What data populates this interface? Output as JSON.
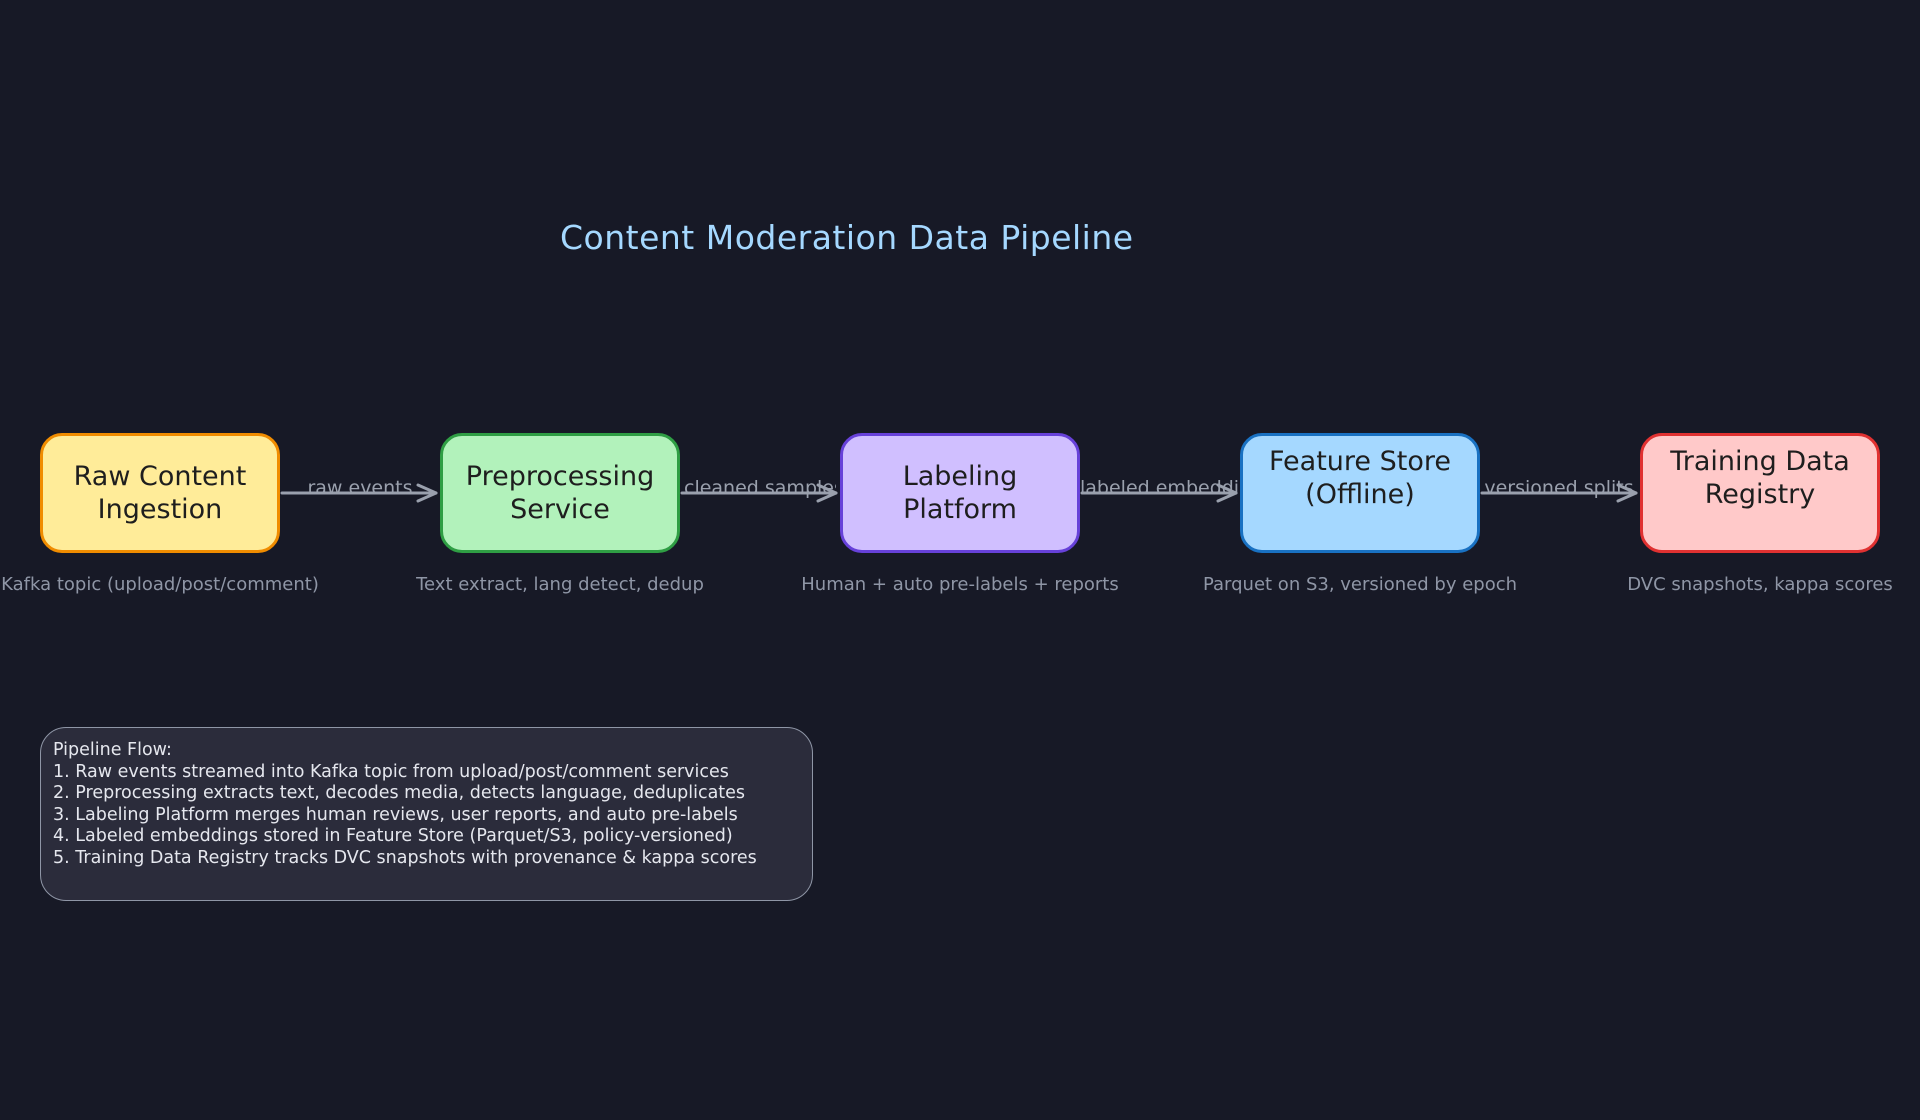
{
  "title": "Content Moderation Data Pipeline",
  "nodes": [
    {
      "label": "Raw Content\nIngestion",
      "caption": "Kafka topic (upload/post/comment)",
      "fill": "#ffec99",
      "stroke": "#f08c00"
    },
    {
      "label": "Preprocessing\nService",
      "caption": "Text extract, lang detect, dedup",
      "fill": "#b2f2bb",
      "stroke": "#2f9e44"
    },
    {
      "label": "Labeling\nPlatform",
      "caption": "Human + auto pre-labels + reports",
      "fill": "#d0bfff",
      "stroke": "#6741d9"
    },
    {
      "label": "Feature Store\n(Offline)",
      "caption": "Parquet on S3, versioned by epoch",
      "fill": "#a5d8ff",
      "stroke": "#1971c2"
    },
    {
      "label": "Training Data\nRegistry",
      "caption": "DVC snapshots, kappa scores",
      "fill": "#ffc9c9",
      "stroke": "#e03131"
    }
  ],
  "edges": [
    {
      "label": "raw events"
    },
    {
      "label": "cleaned samples"
    },
    {
      "label": "labeled embeddings"
    },
    {
      "label": "versioned splits"
    }
  ],
  "notes": {
    "heading": "Pipeline Flow:",
    "lines": [
      "1. Raw events streamed into Kafka topic from upload/post/comment services",
      "2. Preprocessing extracts text, decodes media, detects language, deduplicates",
      "3. Labeling Platform merges human reviews, user reports, and auto pre-labels",
      "4. Labeled embeddings stored in Feature Store (Parquet/S3, policy-versioned)",
      "5. Training Data Registry tracks DVC snapshots with provenance & kappa scores"
    ]
  },
  "colors": {
    "background": "#171926",
    "title": "#a5d8ff",
    "arrow": "#9aa0ad"
  }
}
